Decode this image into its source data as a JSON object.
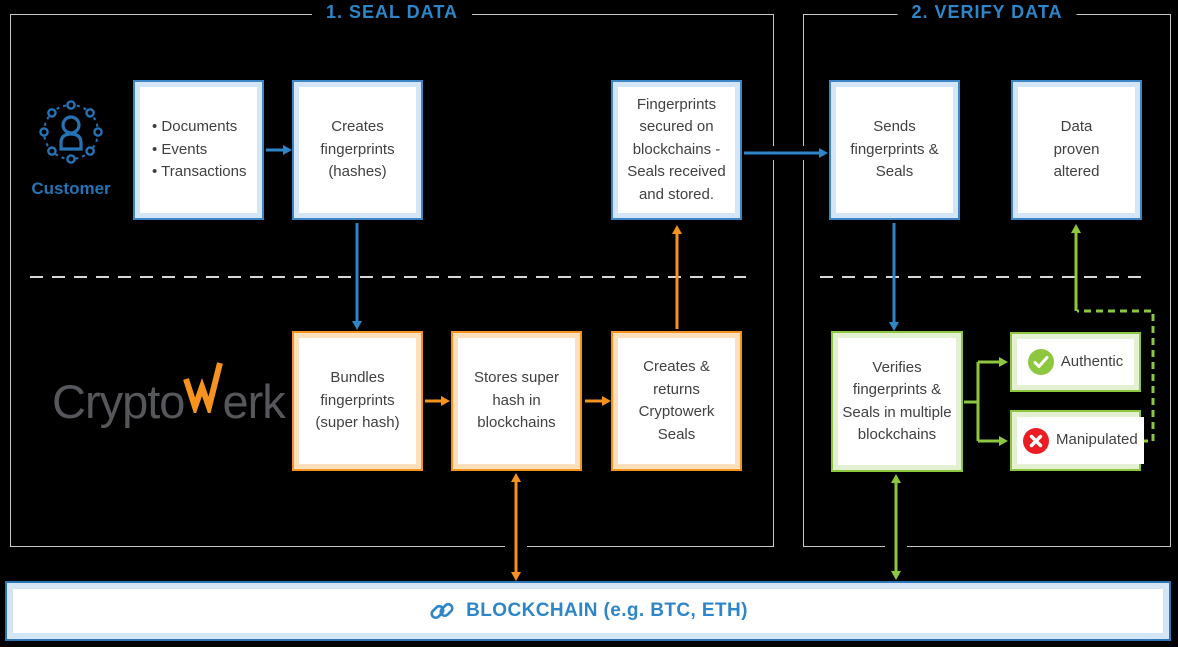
{
  "colors": {
    "blue": "#2E86C8",
    "blue_border": "#3d85c6",
    "orange": "#F6921E",
    "green": "#8DC63F",
    "red": "#EC1C24",
    "logo_gray": "#56575B",
    "frame_gray": "#c9c9c9"
  },
  "sections": {
    "seal": {
      "title": "1. SEAL DATA"
    },
    "verify": {
      "title": "2. VERIFY DATA"
    }
  },
  "customer": {
    "label": "Customer",
    "icon": "customer-network-icon"
  },
  "logo": {
    "pre": "Crypto",
    "mid": "w",
    "post": "erk"
  },
  "boxes": {
    "inputs": {
      "items": [
        "Documents",
        "Events",
        "Transactions"
      ]
    },
    "creates_fingerprints": "Creates fingerprints (hashes)",
    "fingerprints_secured": "Fingerprints secured on blockchains - Seals received and stored.",
    "sends_fingerprints": "Sends fingerprints & Seals",
    "data_proven_altered": "Data proven altered",
    "bundles_fingerprints": "Bundles fingerprints (super hash)",
    "stores_super_hash": "Stores super hash in blockchains",
    "creates_returns_seals": "Creates & returns Cryptowerk Seals",
    "verifies_fingerprints": "Verifies fingerprints & Seals in multiple blockchains",
    "authentic": "Authentic",
    "manipulated": "Manipulated"
  },
  "blockchain_bar": {
    "label": "BLOCKCHAIN (e.g. BTC, ETH)",
    "icon": "chain-link-icon"
  }
}
